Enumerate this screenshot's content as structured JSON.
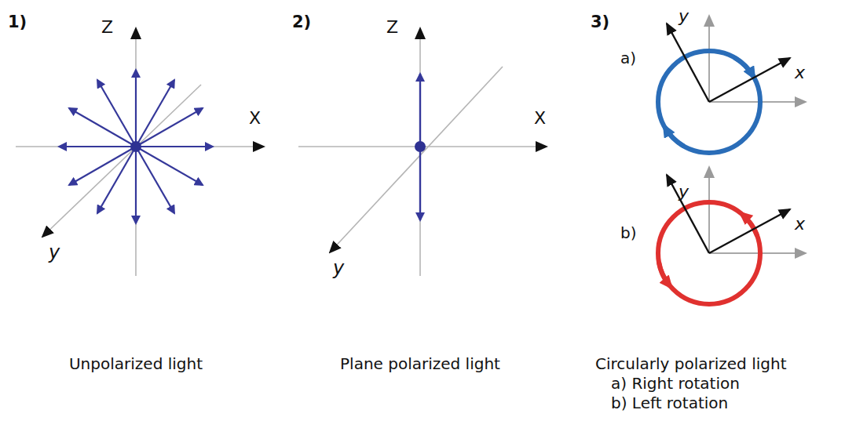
{
  "diagram": {
    "labels": [
      "1)",
      "Z",
      "X",
      "y",
      "2)",
      "Z",
      "X",
      "y",
      "3)",
      "a)",
      "y",
      "x",
      "b)",
      "y",
      "x",
      "Unpolarized light",
      "Plane polarized light",
      "Circularly polarized light",
      "a) Right rotation",
      "b) Left rotation"
    ]
  }
}
